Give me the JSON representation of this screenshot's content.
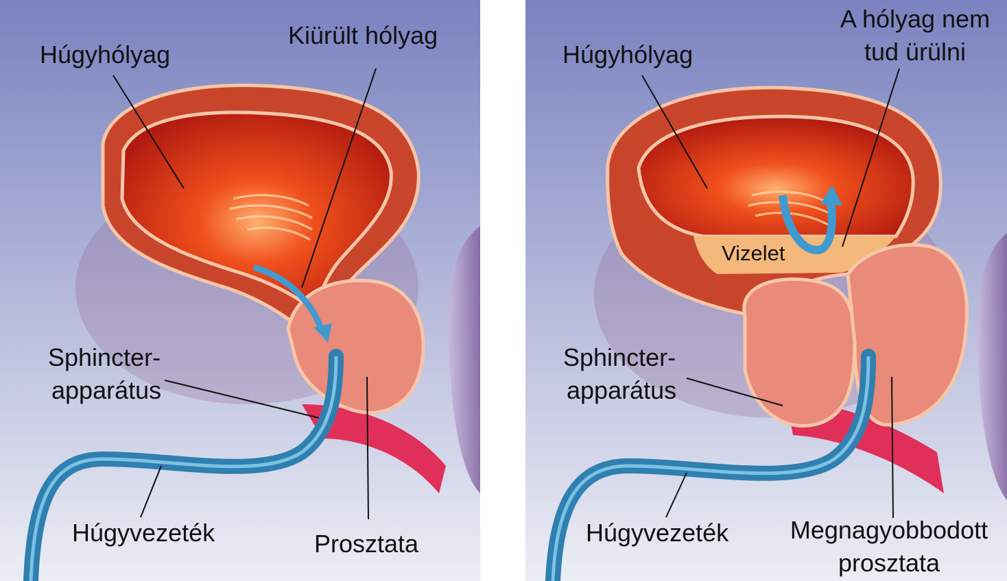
{
  "colors": {
    "background_top": "#7a82c0",
    "background_bottom": "#e8e9f3",
    "bladder_wall": "#c8452c",
    "bladder_inner": "#e8401a",
    "prostate": "#e98a7a",
    "urethra": "#2f7fb0",
    "sphincter": "#e0305a",
    "urine": "#f3b87a",
    "arrow": "#3f9ad0"
  },
  "left_panel": {
    "bladder_label": "Húgyhólyag",
    "emptied_label": "Kiürült hólyag",
    "sphincter_line1": "Sphincter-",
    "sphincter_line2": "apparátus",
    "urethra_label": "Húgyvezeték",
    "prostate_label": "Prosztata"
  },
  "right_panel": {
    "bladder_label": "Húgyhólyag",
    "cannot_empty_line1": "A hólyag nem",
    "cannot_empty_line2": "tud ürülni",
    "urine_label": "Vizelet",
    "sphincter_line1": "Sphincter-",
    "sphincter_line2": "apparátus",
    "urethra_label": "Húgyvezeték",
    "enlarged_line1": "Megnagyobbodott",
    "enlarged_line2": "prosztata"
  }
}
